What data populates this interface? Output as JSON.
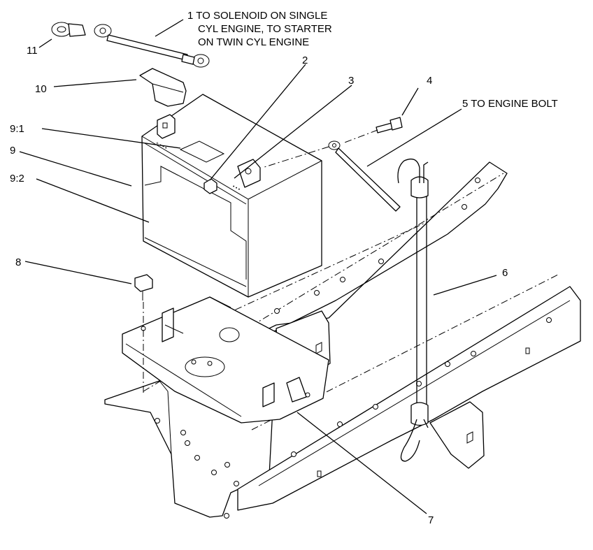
{
  "callouts": {
    "c1_line1": "1 TO SOLENOID ON SINGLE",
    "c1_line2": "CYL ENGINE, TO STARTER",
    "c1_line3": "ON TWIN CYL ENGINE",
    "c2": "2",
    "c3": "3",
    "c4": "4",
    "c5": "5 TO ENGINE BOLT",
    "c6": "6",
    "c7": "7",
    "c8": "8",
    "c9": "9",
    "c9_1": "9:1",
    "c9_2": "9:2",
    "c10": "10",
    "c11": "11"
  }
}
